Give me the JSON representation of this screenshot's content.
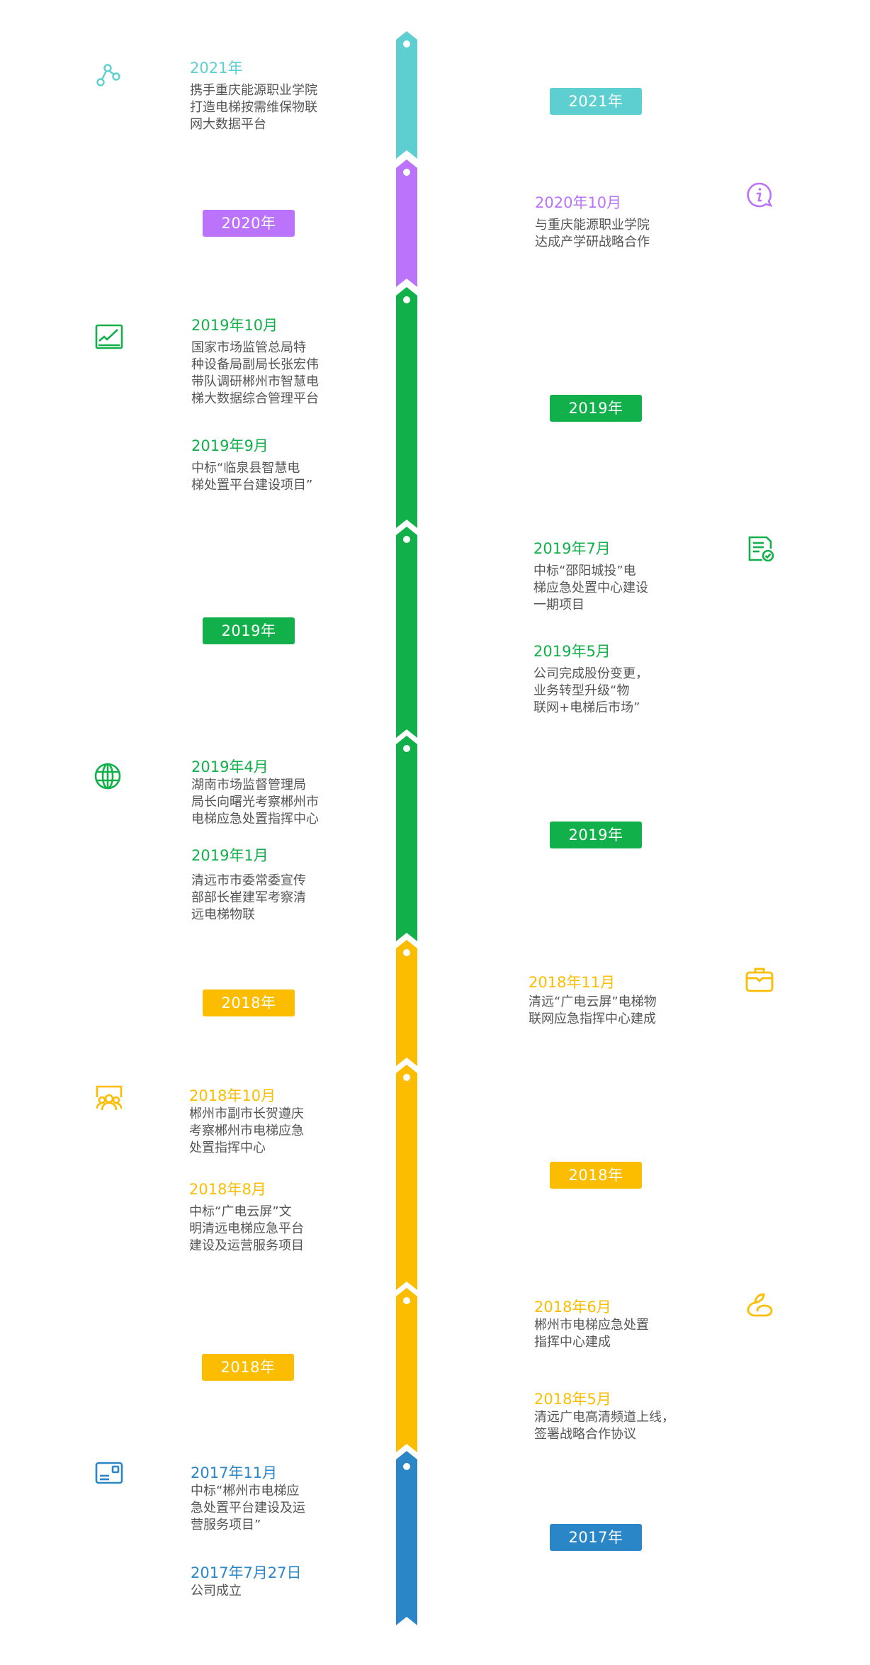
{
  "colors": {
    "teal": "#5dcfd1",
    "purple": "#bc73fb",
    "green": "#12b04a",
    "yellow": "#fcbd00",
    "blue": "#2b86c8",
    "text": "#555555"
  },
  "badges": {
    "b2021": "2021年",
    "b2020": "2020年",
    "b2019a": "2019年",
    "b2019b": "2019年",
    "b2019c": "2019年",
    "b2018a": "2018年",
    "b2018b": "2018年",
    "b2018c": "2018年",
    "b2017": "2017年"
  },
  "events": {
    "e2021": {
      "date": "2021年",
      "desc": "携手重庆能源职业学院\n打造电梯按需维保物联\n网大数据平台",
      "icon": "share-nodes-icon"
    },
    "e2020_10": {
      "date": "2020年10月",
      "desc": "与重庆能源职业学院\n达成产学研战略合作",
      "icon": "info-bubble-icon"
    },
    "e2019_10": {
      "date": "2019年10月",
      "desc": "国家市场监管总局特\n种设备局副局长张宏伟\n带队调研郴州市智慧电\n梯大数据综合管理平台",
      "icon": "chart-line-icon"
    },
    "e2019_9": {
      "date": "2019年9月",
      "desc": "中标“临泉县智慧电\n梯处置平台建设项目”"
    },
    "e2019_7": {
      "date": "2019年7月",
      "desc": "中标“邵阳城投”电\n梯应急处置中心建设\n一期项目",
      "icon": "document-check-icon"
    },
    "e2019_5": {
      "date": "2019年5月",
      "desc": "公司完成股份变更，\n业务转型升级“物\n联网+电梯后市场”"
    },
    "e2019_4": {
      "date": "2019年4月",
      "desc": "湖南市场监督管理局\n局长向曙光考察郴州市\n电梯应急处置指挥中心",
      "icon": "globe-icon"
    },
    "e2019_1": {
      "date": "2019年1月",
      "desc": "清远市市委常委宣传\n部部长崔建军考察清\n远电梯物联"
    },
    "e2018_11": {
      "date": "2018年11月",
      "desc": "清远“广电云屏”电梯物\n联网应急指挥中心建成",
      "icon": "toolbox-icon"
    },
    "e2018_10": {
      "date": "2018年10月",
      "desc": "郴州市副市长贺遵庆\n考察郴州市电梯应急\n处置指挥中心",
      "icon": "group-meeting-icon"
    },
    "e2018_8": {
      "date": "2018年8月",
      "desc": "中标“广电云屏”文\n明清远电梯应急平台\n建设及运营服务项目"
    },
    "e2018_6": {
      "date": "2018年6月",
      "desc": "郴州市电梯应急处置\n指挥中心建成",
      "icon": "leaf-hand-icon"
    },
    "e2018_5": {
      "date": "2018年5月",
      "desc": "清远广电高清频道上线，\n签署战略合作协议"
    },
    "e2017_11": {
      "date": "2017年11月",
      "desc": "中标“郴州市电梯应\n急处置平台建设及运\n营服务项目”",
      "icon": "id-card-icon"
    },
    "e2017_7_27": {
      "date": "2017年7月27日",
      "desc": "公司成立"
    }
  }
}
